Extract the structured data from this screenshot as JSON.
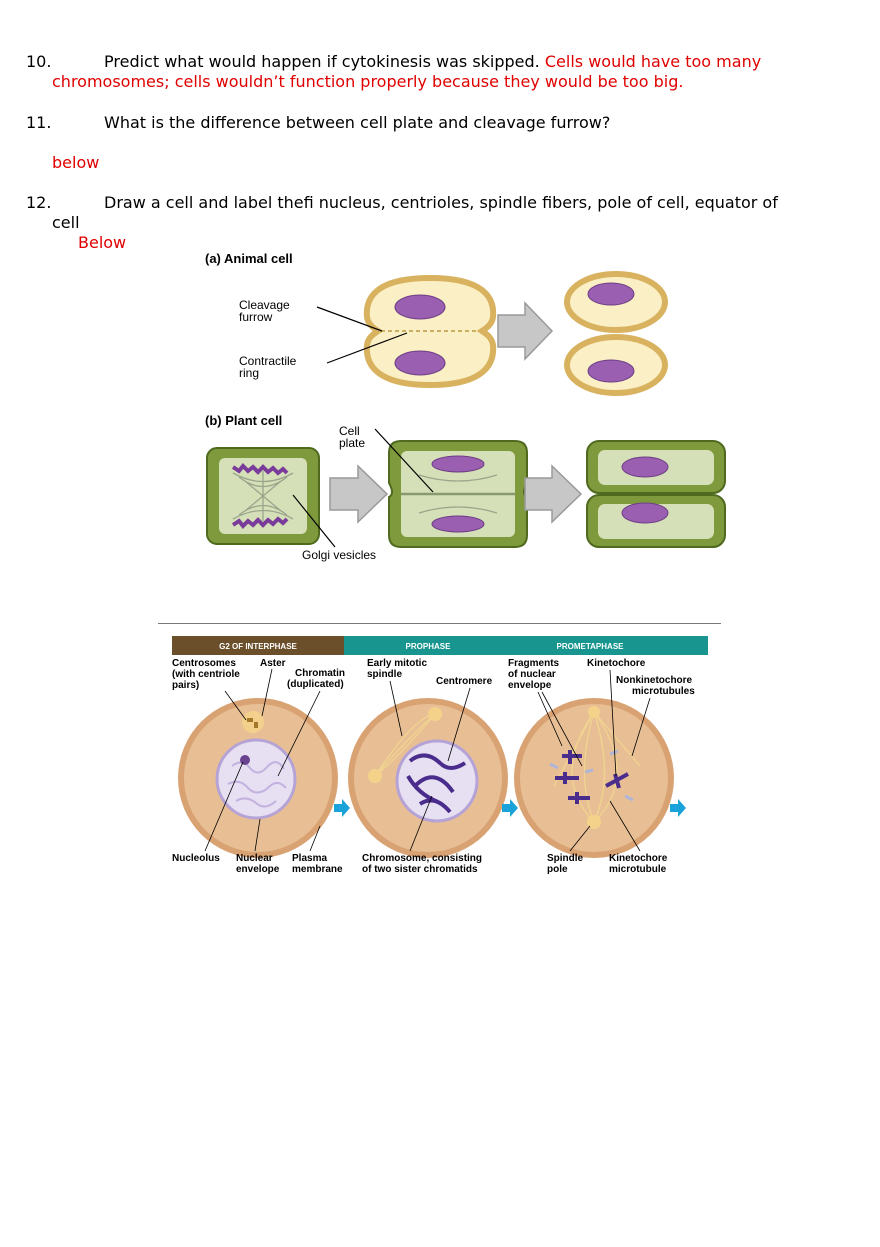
{
  "questions": [
    {
      "number": "10.",
      "text": "Predict what would happen if cytokinesis was skipped.",
      "answer_part1": "Cells would have too many",
      "answer_part2": "chromosomes; cells wouldn’t function properly because they would be too big."
    },
    {
      "number": "11.",
      "text": "What is the difference between cell plate and cleavage furrow?",
      "answer": "below"
    },
    {
      "number": "12.",
      "text": "Draw a cell and label thefi nucleus, centrioles, spindle fibers, pole of cell, equator of",
      "text_cont": "cell",
      "answer": "Below"
    }
  ],
  "figure_cytokinesis": {
    "animal_label": "(a) Animal cell",
    "cleavage_1": "Cleavage",
    "cleavage_2": "furrow",
    "contractile_1": "Contractile",
    "contractile_2": "ring",
    "plant_label": "(b) Plant cell",
    "cellplate_1": "Cell",
    "cellplate_2": "plate",
    "golgi": "Golgi vesicles"
  },
  "figure_mitosis": {
    "phases": [
      "G2 OF INTERPHASE",
      "PROPHASE",
      "PROMETAPHASE"
    ],
    "labels": {
      "centrosomes_1": "Centrosomes",
      "centrosomes_2": "(with centriole",
      "centrosomes_3": "pairs)",
      "aster": "Aster",
      "chromatin_1": "Chromatin",
      "chromatin_2": "(duplicated)",
      "early_1": "Early mitotic",
      "early_2": "spindle",
      "centromere": "Centromere",
      "fragments_1": "Fragments",
      "fragments_2": "of nuclear",
      "fragments_3": "envelope",
      "kinetochore": "Kinetochore",
      "nonkineto_1": "Nonkinetochore",
      "nonkineto_2": "microtubules",
      "nucleolus": "Nucleolus",
      "nuclear_1": "Nuclear",
      "nuclear_2": "envelope",
      "plasma_1": "Plasma",
      "plasma_2": "membrane",
      "chromosome_1": "Chromosome, consisting",
      "chromosome_2": "of two sister chromatids",
      "spindle_1": "Spindle",
      "spindle_2": "pole",
      "kmt_1": "Kinetochore",
      "kmt_2": "microtubule"
    }
  },
  "colors": {
    "answer_red": "#e00000",
    "animal_cell_fill": "#fbefc6",
    "animal_cell_border": "#d9b25f",
    "nucleus_purple": "#9a5fb0",
    "plant_wall": "#7f9a3c",
    "plant_cytoplasm": "#d6e0b8",
    "arrow_gray": "#c7c7c7",
    "g2_header": "#6b4e2a",
    "prophase_header": "#19958f",
    "cell_tan": "#d9a273",
    "mitosis_arrow": "#1aa3d8"
  }
}
